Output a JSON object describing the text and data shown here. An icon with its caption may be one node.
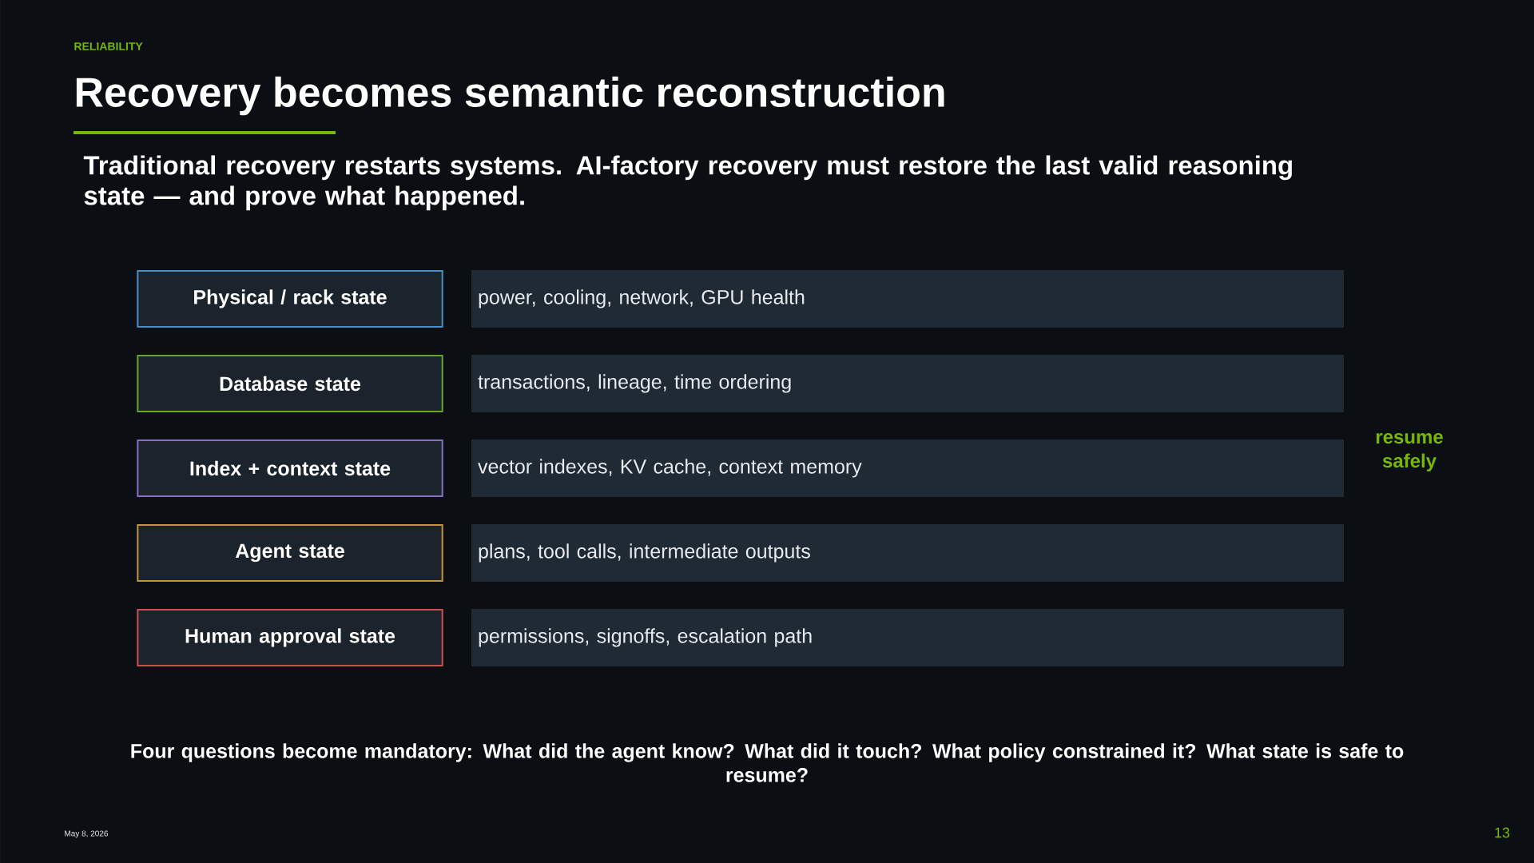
{
  "diagram": {
    "title": "Recovery becomes semantic reconstruction",
    "nodes": [
      {
        "text": [
          "Physical / rack state"
        ]
      },
      {
        "text": [
          "power, cooling, network, GPU health"
        ]
      },
      {
        "text": [
          "Database state"
        ]
      },
      {
        "text": [
          "transactions, lineage, time ordering"
        ]
      },
      {
        "text": [
          "Index + context state"
        ]
      },
      {
        "text": [
          "vector indexes, KV cache, context memory"
        ]
      },
      {
        "text": [
          "Agent state"
        ]
      },
      {
        "text": [
          "plans, tool calls, intermediate outputs"
        ]
      },
      {
        "text": [
          "Human approval state"
        ]
      },
      {
        "text": [
          "permissions, signoffs, escalation path"
        ]
      }
    ],
    "labels": [
      "RELIABILITY",
      "Traditional recovery restarts systems. AI-factory recovery must restore the last valid reasoning state — and prove what happened.",
      "resume safely",
      "Four questions become mandatory: What did the agent know? What did it touch? What policy constrained it? What state is safe to resume?",
      "May 8, 2026",
      "13"
    ]
  }
}
